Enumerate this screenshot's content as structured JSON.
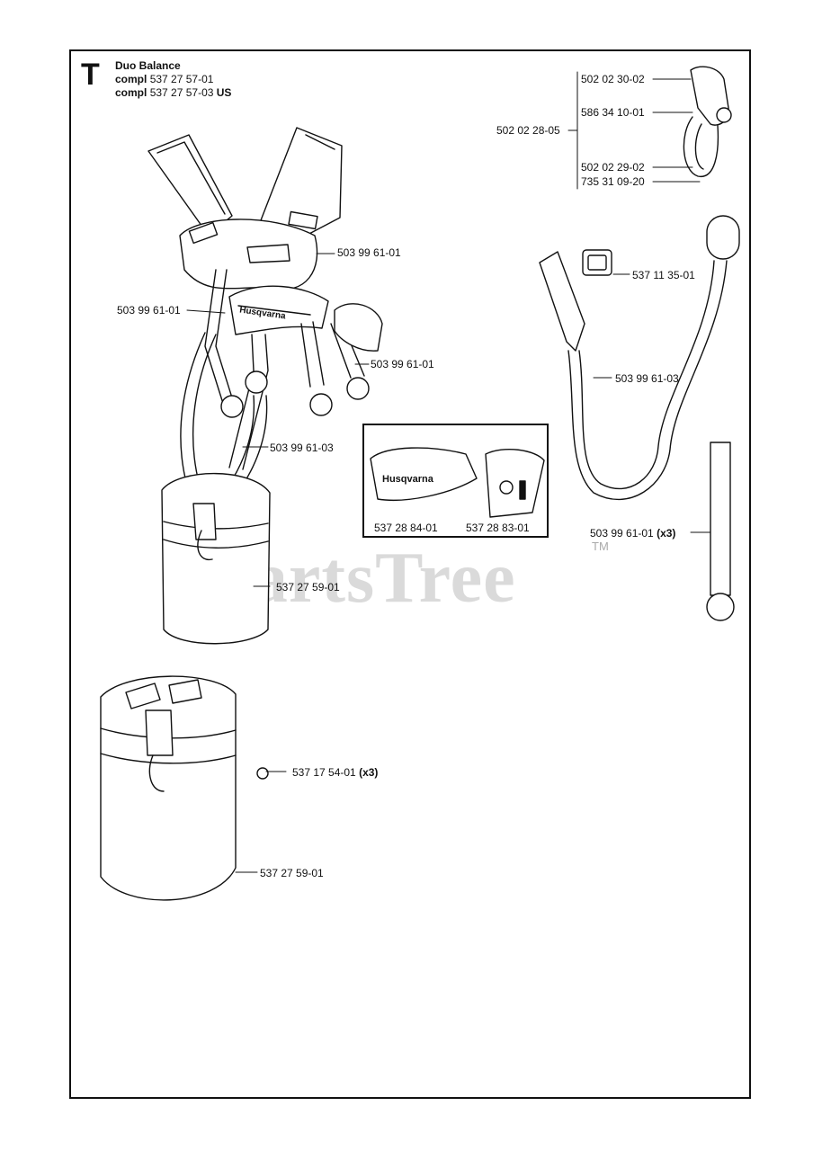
{
  "section": {
    "letter": "T",
    "name": "Duo Balance"
  },
  "compl_lines": [
    {
      "prefix": "compl",
      "number": "537 27 57-01",
      "suffix": ""
    },
    {
      "prefix": "compl",
      "number": "537 27 57-03",
      "suffix": "US"
    }
  ],
  "labels": {
    "p50202302": "502 02 30-02",
    "p58634101": "586 34 10-01",
    "p50202285": "502 02 28-05",
    "p50202292": "502 02 29-02",
    "p73531092": "735 31 09-20",
    "strap_right": "503 99 61-01",
    "strap_left": "503 99 61-01",
    "strap_mid": "503 99 61-01",
    "strap_long": "503 99 61-03",
    "buckle": "537 11 35-01",
    "hose": "503 99 61-03",
    "strap_x3": "503 99 61-01",
    "strap_x3_qty": "(x3)",
    "inset_left": "537 28 84-01",
    "inset_right": "537 28 83-01",
    "pad_upper": "537 27 59-01",
    "pad_lower": "537 27 59-01",
    "screw": "537 17 54-01",
    "screw_qty": "(x3)"
  },
  "brand_print": "Husqvarna",
  "watermark": {
    "text": "PartsTree",
    "tm": "TM"
  }
}
